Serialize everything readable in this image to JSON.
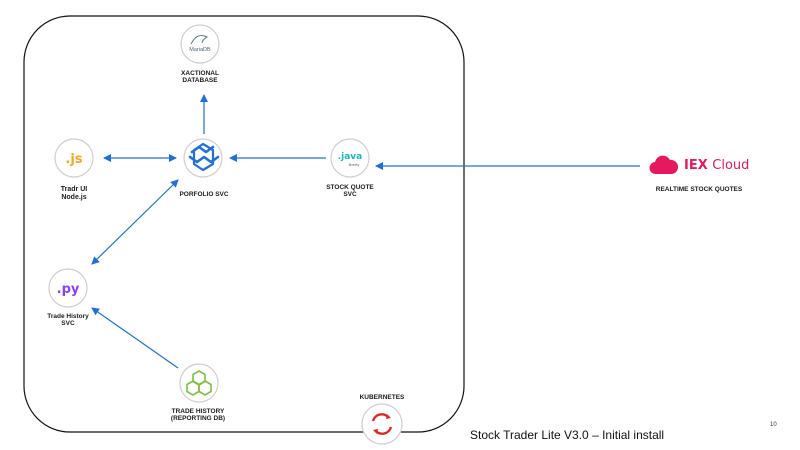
{
  "nodes": {
    "database": {
      "icon_text": "MariaDB",
      "label_lines": [
        "XACTIONAL",
        "DATABASE"
      ]
    },
    "tradr_ui": {
      "icon_text": ".js",
      "label_lines": [
        "Tradr UI",
        "Node.js"
      ]
    },
    "portfolio": {
      "label_lines": [
        "PORFOLIO SVC"
      ]
    },
    "stock_quote": {
      "icon_text": ".java",
      "icon_subtext": "liberty",
      "label_lines": [
        "STOCK QUOTE",
        "SVC"
      ]
    },
    "iex": {
      "brand_bold": "IEX",
      "brand_light": "Cloud",
      "label_lines": [
        "REALTIME STOCK QUOTES"
      ]
    },
    "trade_history": {
      "icon_text": ".py",
      "label_lines": [
        "Trade History",
        "SVC"
      ]
    },
    "reporting_db": {
      "label_lines": [
        "TRADE HISTORY",
        "(REPORTING DB)"
      ]
    },
    "kubernetes": {
      "label_lines": [
        "KUBERNETES"
      ]
    }
  },
  "footer": {
    "title": "Stock Trader Lite V3.0 – Initial install",
    "page_number": "10"
  },
  "colors": {
    "arrow": "#1f6fdc",
    "boundary": "#111111",
    "js": "#f5a623",
    "python": "#8a3ffc",
    "java": "#1ab3c4",
    "iex": "#e6185e",
    "portfolio_icon": "#1f6fdc",
    "reporting_icon": "#7ac142",
    "kubernetes_icon": "#e02626"
  }
}
